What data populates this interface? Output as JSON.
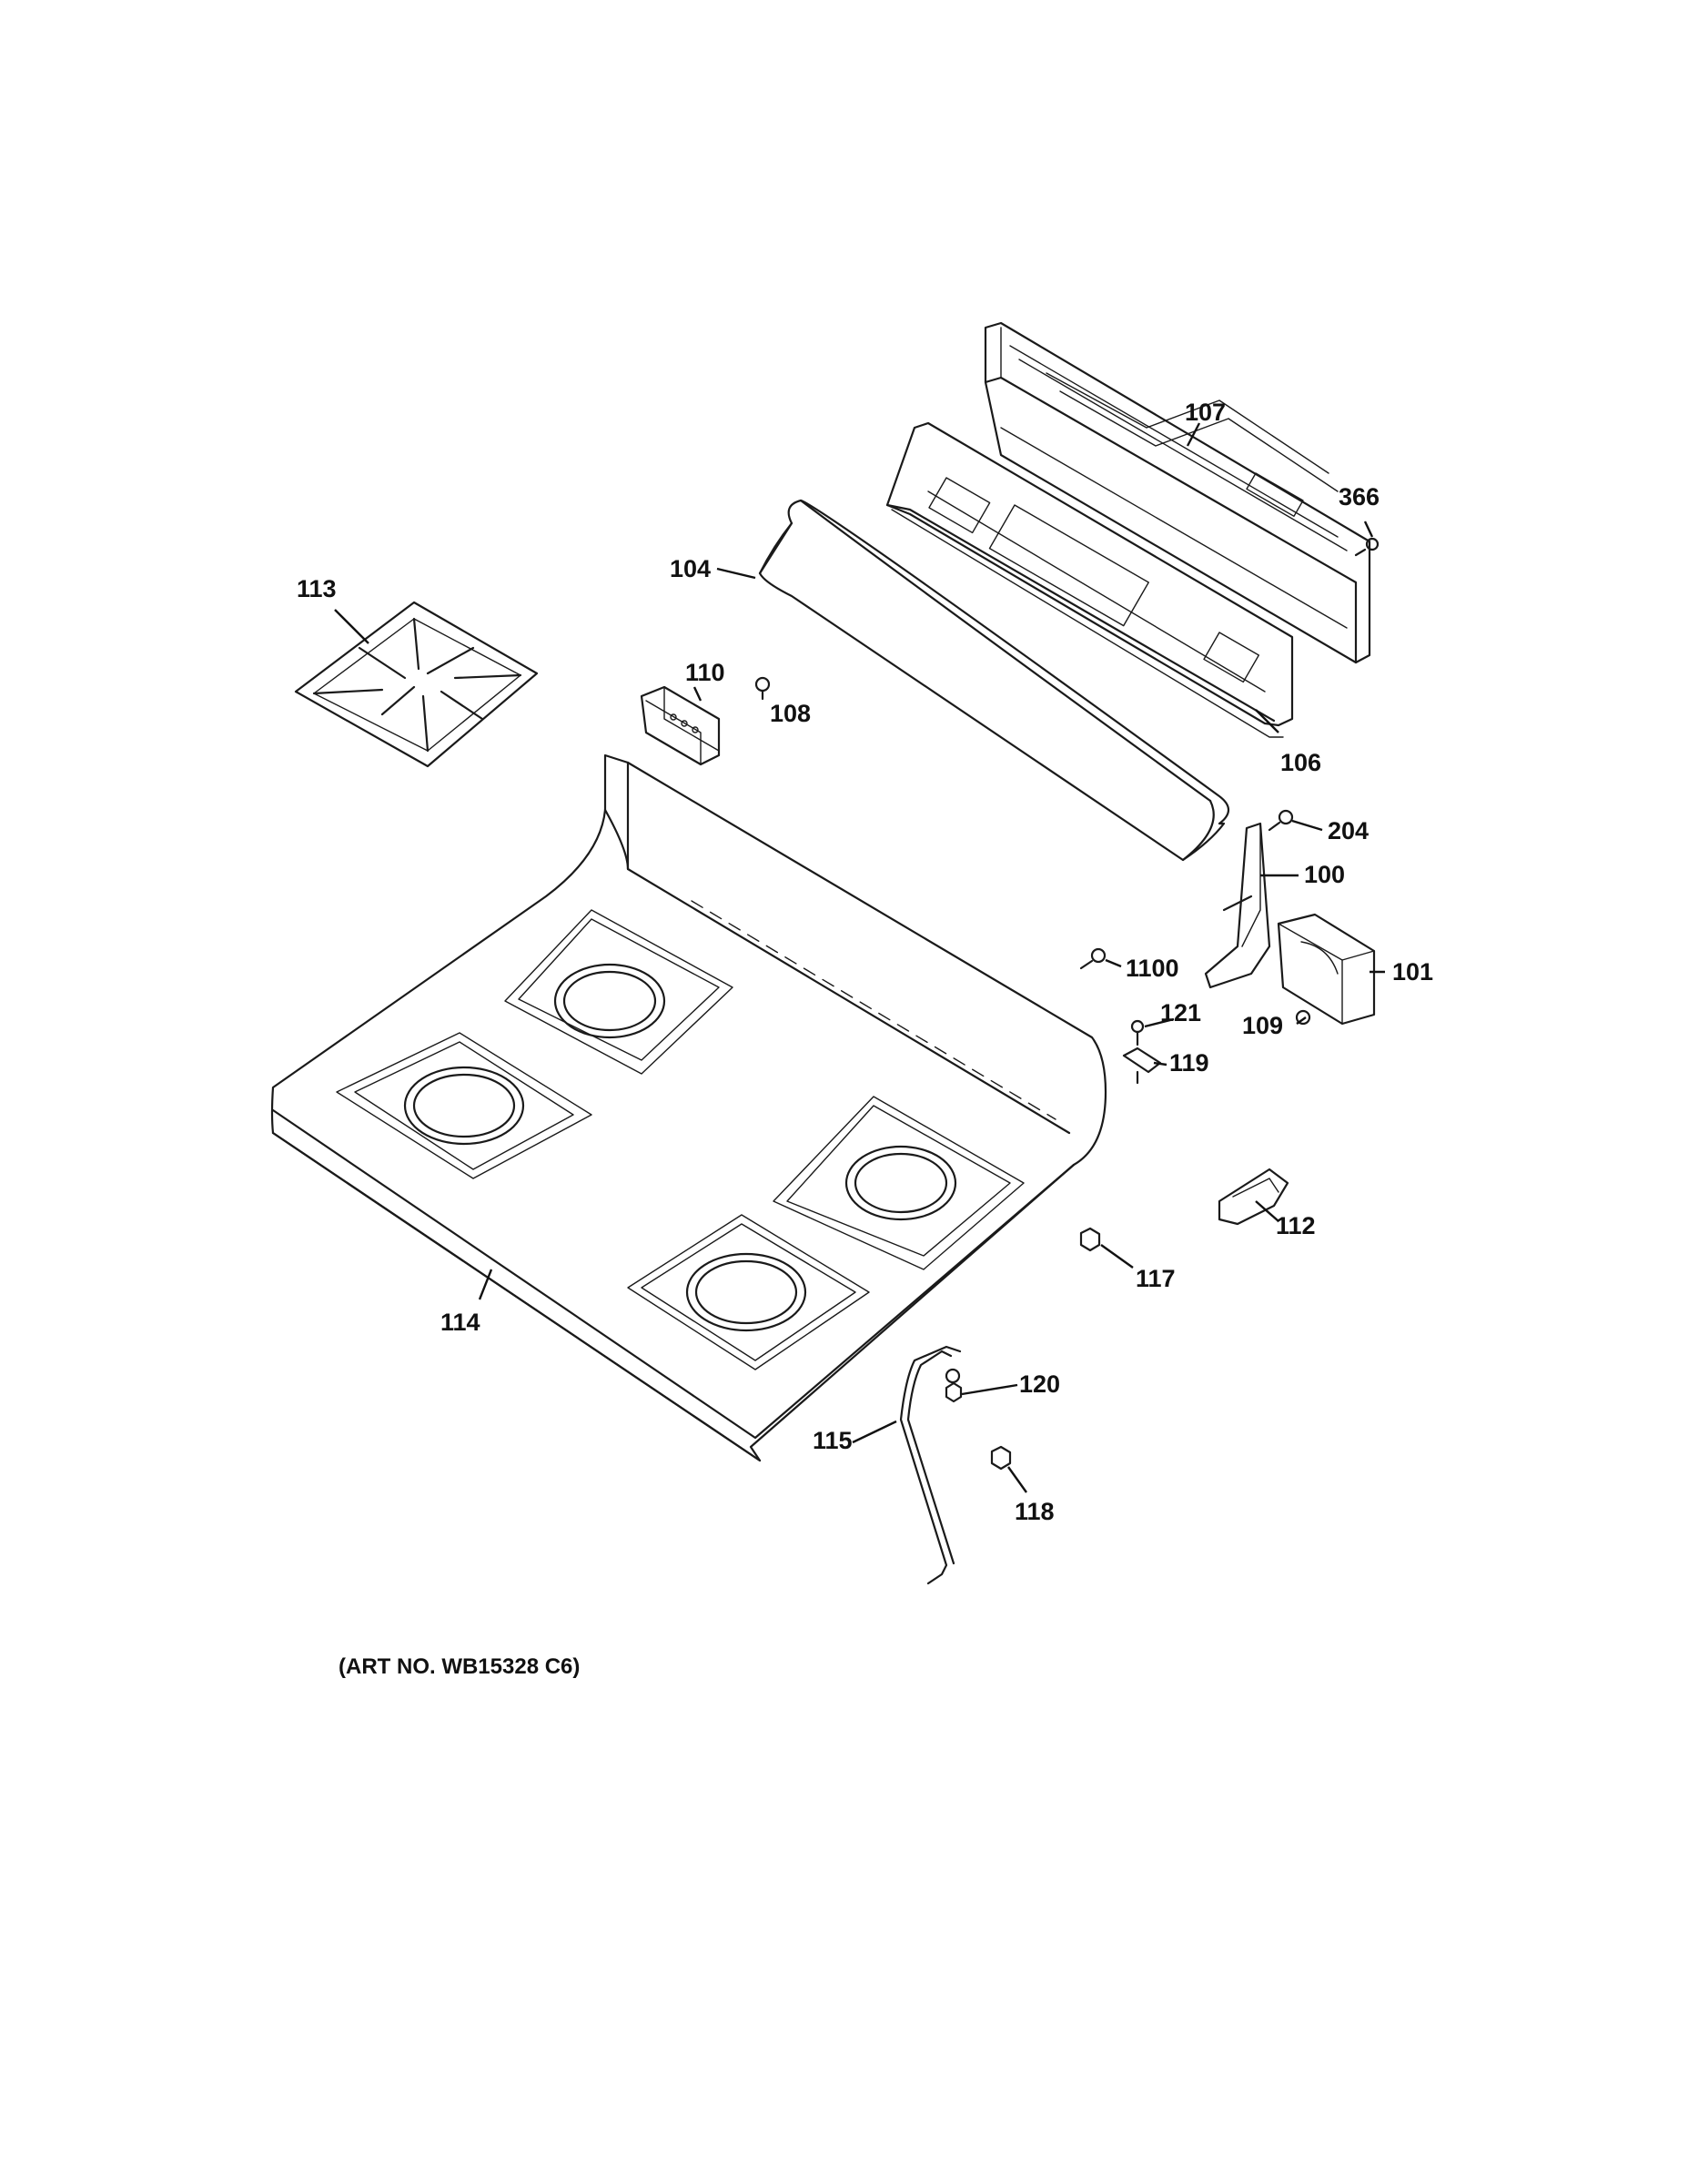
{
  "diagram": {
    "caption": "(ART NO. WB15328 C6)",
    "callouts": [
      {
        "id": "c107",
        "label": "107"
      },
      {
        "id": "c366",
        "label": "366"
      },
      {
        "id": "c104",
        "label": "104"
      },
      {
        "id": "c113",
        "label": "113"
      },
      {
        "id": "c110",
        "label": "110"
      },
      {
        "id": "c108",
        "label": "108"
      },
      {
        "id": "c106",
        "label": "106"
      },
      {
        "id": "c204",
        "label": "204"
      },
      {
        "id": "c100",
        "label": "100"
      },
      {
        "id": "c1100",
        "label": "1100"
      },
      {
        "id": "c101",
        "label": "101"
      },
      {
        "id": "c121",
        "label": "121"
      },
      {
        "id": "c109",
        "label": "109"
      },
      {
        "id": "c119",
        "label": "119"
      },
      {
        "id": "c112",
        "label": "112"
      },
      {
        "id": "c117",
        "label": "117"
      },
      {
        "id": "c114",
        "label": "114"
      },
      {
        "id": "c120",
        "label": "120"
      },
      {
        "id": "c115",
        "label": "115"
      },
      {
        "id": "c118",
        "label": "118"
      }
    ]
  }
}
